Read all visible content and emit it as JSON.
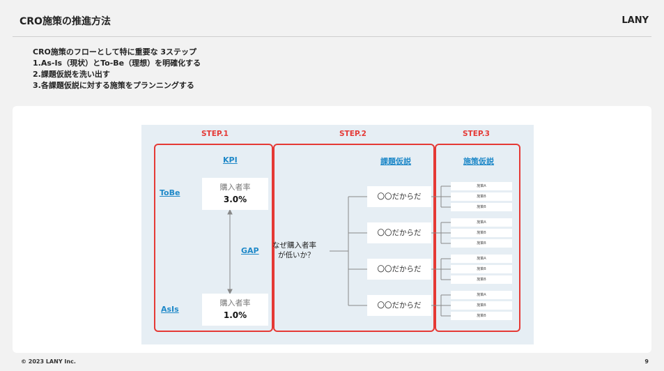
{
  "header": {
    "title": "CRO施策の推進方法",
    "brand": "LANY"
  },
  "intro": {
    "lines": [
      "CRO施策のフローとして特に重要な 3ステップ",
      "1.As-Is（現状）とTo-Be（理想）を明確化する",
      "2.課題仮説を洗い出す",
      "3.各課題仮説に対する施策をプランニングする"
    ]
  },
  "diagram": {
    "steps": [
      "STEP.1",
      "STEP.2",
      "STEP.3"
    ],
    "kpi_label": "KPI",
    "tobe_label": "ToBe",
    "asis_label": "AsIs",
    "gap_label": "GAP",
    "tobe_card": {
      "label": "購入者率",
      "value": "3.0%"
    },
    "asis_card": {
      "label": "購入者率",
      "value": "1.0%"
    },
    "hypothesis_header": "課題仮説",
    "measure_header": "施策仮説",
    "question_line1": "なぜ購入者率",
    "question_line2": "が低いか？",
    "hypotheses": [
      "〇〇だからだ",
      "〇〇だからだ",
      "〇〇だからだ",
      "〇〇だからだ"
    ],
    "measures": [
      "施策A",
      "施策B",
      "施策B"
    ]
  },
  "footer": {
    "copyright": "© 2023 LANY Inc.",
    "page": "9"
  },
  "colors": {
    "accent_red": "#e53935",
    "link_blue": "#1e88c8",
    "diagram_bg": "#e6eef4"
  }
}
